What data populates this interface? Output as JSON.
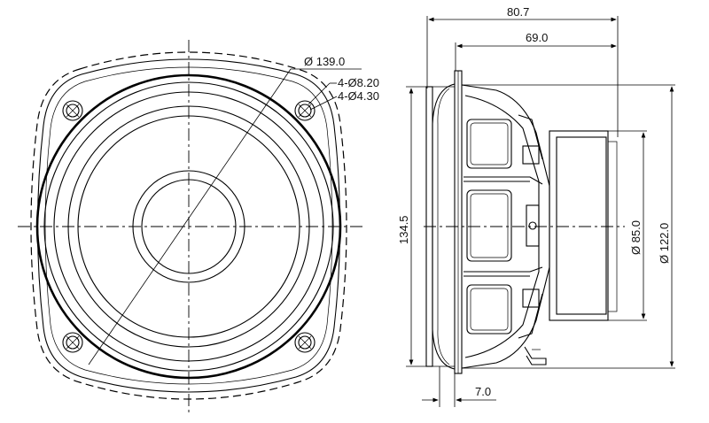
{
  "front_view": {
    "diameter_label": "Ø 139.0",
    "hole_outer_label": "4-Ø8.20",
    "hole_inner_label": "4-Ø4.30"
  },
  "side_view": {
    "overall_depth_label": "80.7",
    "frame_to_back_label": "69.0",
    "frame_height_label": "134.5",
    "magnet_diameter_label": "Ø 85.0",
    "basket_diameter_label": "Ø 122.0",
    "flange_thickness_label": "7.0"
  }
}
